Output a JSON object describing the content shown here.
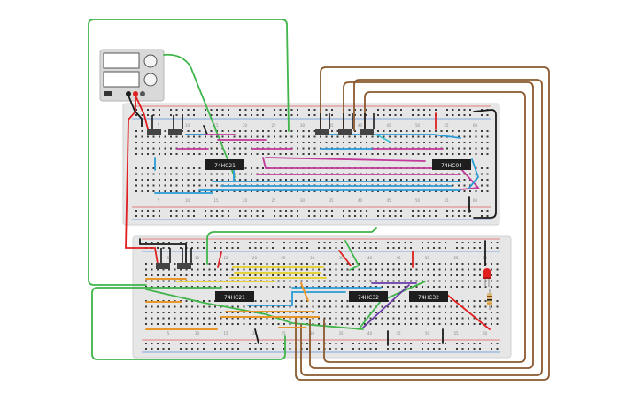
{
  "colors": {
    "background": "#ffffff",
    "breadboard": "#e6e6e6",
    "breadboard_edge": "#d2d2d2",
    "hole": "#3a3a3a",
    "rail_red": "#e05a5a",
    "rail_blue": "#5a8fd8",
    "chip_body": "#1e1e1e",
    "chip_label": "#f0f0f0",
    "wire_green": "#3fb54a",
    "wire_brown": "#8a5a2e",
    "wire_red": "#e02020",
    "wire_black": "#1a1a1a",
    "wire_blue": "#2a9bd6",
    "wire_magenta": "#c23a9a",
    "wire_yellow": "#e8d23a",
    "wire_orange": "#e8962a",
    "wire_purple": "#6a3aa8",
    "wire_cyan": "#44c4d4",
    "psu_body": "#d9d9d9",
    "led": "#e02020"
  },
  "power_supply": {
    "display_1": "",
    "display_2": "",
    "icon": "power-supply-icon"
  },
  "chips": [
    {
      "id": "chip-upper-left",
      "label": "74HC21"
    },
    {
      "id": "chip-upper-right",
      "label": "74HC04"
    },
    {
      "id": "chip-lower-left",
      "label": "74HC21"
    },
    {
      "id": "chip-lower-mid",
      "label": "74HC32"
    },
    {
      "id": "chip-lower-right",
      "label": "74HC32"
    }
  ],
  "breadboards": {
    "upper": {
      "column_numbers": [
        "5",
        "10",
        "15",
        "20",
        "25",
        "30",
        "35",
        "40",
        "45",
        "50",
        "55",
        "60"
      ]
    },
    "lower": {
      "column_numbers": [
        "5",
        "10",
        "15",
        "20",
        "25",
        "30",
        "35",
        "40",
        "45",
        "50",
        "55",
        "60"
      ]
    }
  },
  "components": {
    "led": "led-icon",
    "resistor": "resistor-icon",
    "switch": "slide-switch-icon"
  }
}
